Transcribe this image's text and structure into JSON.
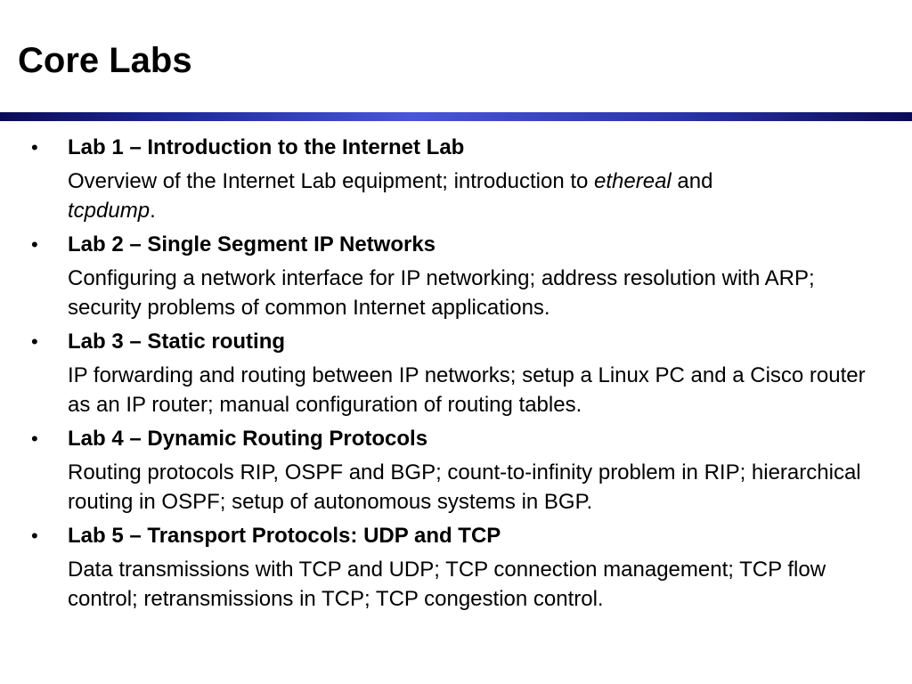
{
  "slide": {
    "title": "Core Labs",
    "bullet_glyph": "•"
  },
  "labs": [
    {
      "heading": "Lab 1 –  Introduction to the Internet Lab",
      "desc_before": "Overview of the Internet Lab equipment; introduction to ",
      "desc_em1": "ethereal",
      "desc_mid": " and ",
      "desc_em2": "tcpdump",
      "desc_after": "."
    },
    {
      "heading": "Lab 2 – Single Segment IP Networks",
      "desc": "Configuring a network interface for IP networking; address resolution with ARP; security problems of common Internet applications."
    },
    {
      "heading": "Lab 3 – Static routing",
      "desc": "IP forwarding and routing between IP networks; setup a Linux PC and a Cisco router as an IP router; manual configuration of routing tables."
    },
    {
      "heading": "Lab 4 – Dynamic Routing Protocols",
      "desc": "Routing protocols RIP, OSPF and BGP; count-to-infinity problem in RIP; hierarchical routing in OSPF; setup of autonomous systems in BGP."
    },
    {
      "heading": "Lab 5 – Transport  Protocols: UDP and TCP",
      "desc": "Data transmissions with TCP and UDP; TCP connection management; TCP flow control; retransmissions in TCP; TCP congestion control."
    }
  ]
}
